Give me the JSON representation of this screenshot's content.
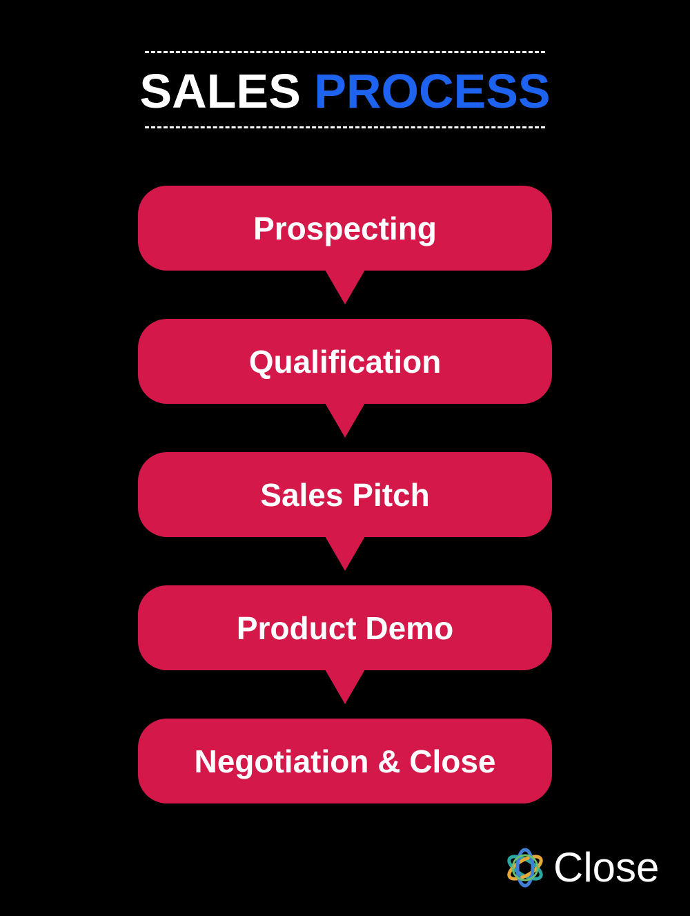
{
  "title": {
    "part1": "SALES",
    "part2": "PROCESS"
  },
  "colors": {
    "background": "#000000",
    "step_fill": "#d4184a",
    "title_primary": "#ffffff",
    "title_accent": "#1e63f0"
  },
  "steps": [
    {
      "label": "Prospecting"
    },
    {
      "label": "Qualification"
    },
    {
      "label": "Sales Pitch"
    },
    {
      "label": "Product Demo"
    },
    {
      "label": "Negotiation & Close"
    }
  ],
  "logo": {
    "text": "Close",
    "icon": "close-crm-logo-icon"
  }
}
